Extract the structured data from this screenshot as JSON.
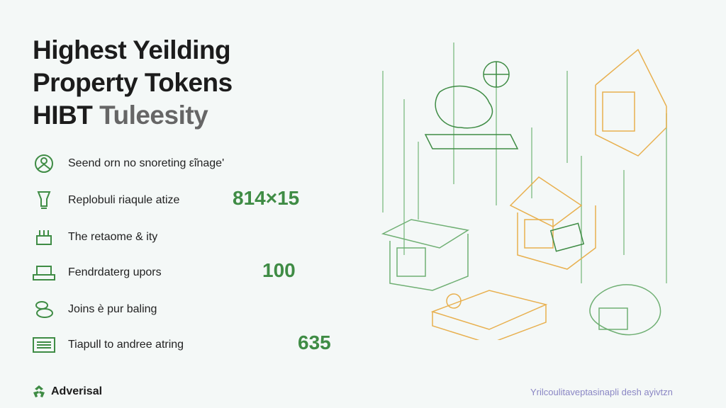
{
  "title": {
    "line1": "Highest Yeilding",
    "line2": "Property Tokens",
    "line3a": "HIBT",
    "line3b": "Tuleesity"
  },
  "rows": [
    {
      "label": "Seend orn no snoreting ε̃inage'",
      "icon": "person-badge-icon",
      "value": null
    },
    {
      "label": "Replobuli riaqule atize",
      "icon": "trophy-icon",
      "value": "814×15"
    },
    {
      "label": "The retaome & ity",
      "icon": "buildings-icon",
      "value": null
    },
    {
      "label": "Fendrdaterg upors",
      "icon": "laptop-icon",
      "value": "100"
    },
    {
      "label": "Joins è pur baling",
      "icon": "coins-icon",
      "value": null
    },
    {
      "label": "Tiapull to andree atring",
      "icon": "document-icon",
      "value": "635"
    }
  ],
  "brand": {
    "name": "Adverisal"
  },
  "footer": {
    "text": "Yrilcoulitaveptasinapli desh ayivtzn"
  },
  "colors": {
    "accent": "#3f8c45",
    "orange": "#e8b04f",
    "footer": "#8a86c4"
  }
}
